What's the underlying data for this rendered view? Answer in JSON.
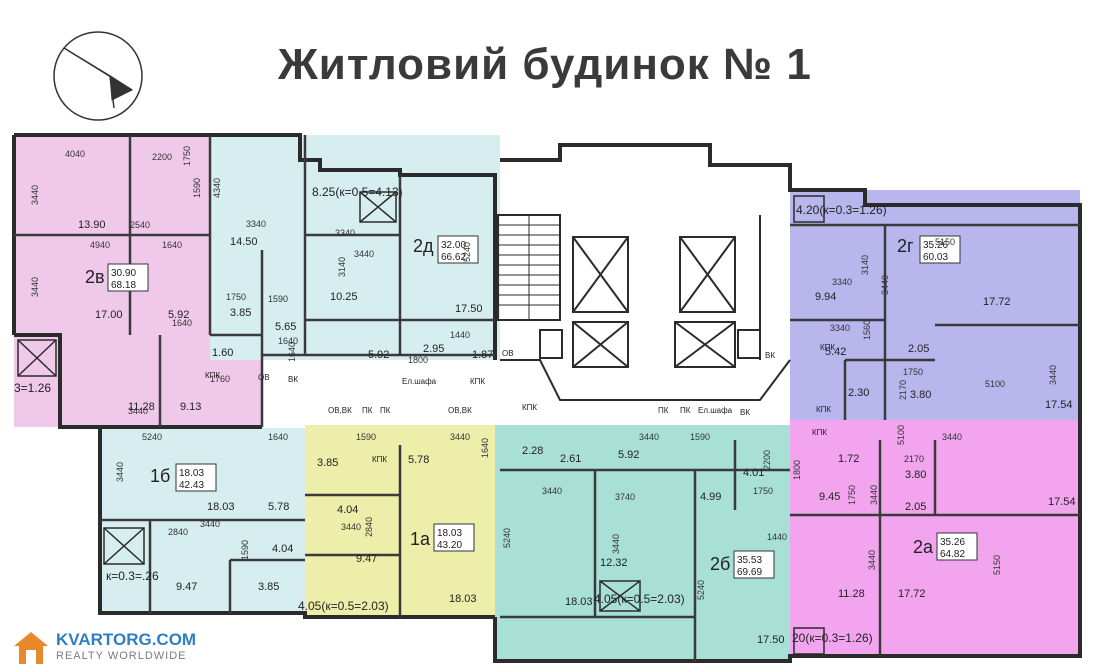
{
  "title": "Житловий будинок № 1",
  "watermark": {
    "main": "KVARTORG.COM",
    "sub": "REALTY WORLDWIDE"
  },
  "colors": {
    "pink": "#f0c9ea",
    "lightblue": "#d6eef0",
    "blue": "#b9b6ee",
    "yellow": "#eeeeab",
    "teal": "#a9e0d6",
    "magenta": "#f2a5ee",
    "wall": "#2b2b2b"
  },
  "apartments": [
    {
      "id": "2в",
      "area_living": "30.90",
      "area_total": "68.18"
    },
    {
      "id": "2д",
      "area_living": "32.00",
      "area_total": "66.62"
    },
    {
      "id": "2г",
      "area_living": "35.26",
      "area_total": "60.03"
    },
    {
      "id": "1б",
      "area_living": "18.03",
      "area_total": "42.43"
    },
    {
      "id": "1а",
      "area_living": "18.03",
      "area_total": "43.20"
    },
    {
      "id": "2б",
      "area_living": "35.53",
      "area_total": "69.69"
    },
    {
      "id": "2а",
      "area_living": "35.26",
      "area_total": "64.82"
    }
  ],
  "balconies": [
    "8.25(к=0.5=4.13)",
    "4.20(к=0.3=1.26)",
    "3=1.26",
    "к=0.3=.26",
    "4.05(к=0.5=2.03)",
    "4.05(к=0.5=2.03)",
    "20(к=0.3=1.26)"
  ],
  "rooms": [
    "13.90",
    "17.00",
    "5.92",
    "11.28",
    "9.13",
    "14.50",
    "10.25",
    "5.65",
    "5.92",
    "2.95",
    "1.87",
    "3.85",
    "1.60",
    "17.50",
    "9.94",
    "17.72",
    "5.42",
    "2.05",
    "2.30",
    "3.80",
    "17.54",
    "18.03",
    "5.78",
    "4.04",
    "9.47",
    "3.85",
    "3.85",
    "5.78",
    "4.04",
    "9.47",
    "18.03",
    "2.28",
    "2.61",
    "5.92",
    "4.01",
    "4.99",
    "18.03",
    "12.32",
    "17.50",
    "1.72",
    "3.80",
    "9.45",
    "2.05",
    "17.54",
    "11.28",
    "17.72"
  ],
  "dims": [
    "4040",
    "2200",
    "1750",
    "1590",
    "3440",
    "3440",
    "4340",
    "2540",
    "3340",
    "4940",
    "1640",
    "1640",
    "1750",
    "1590",
    "3440",
    "3140",
    "1640",
    "3340",
    "5240",
    "1440",
    "1800",
    "1640",
    "1760",
    "3440",
    "5150",
    "3340",
    "3440",
    "3140",
    "1560",
    "3340",
    "5100",
    "1750",
    "2170",
    "3440",
    "5240",
    "1640",
    "3440",
    "1590",
    "3440",
    "1640",
    "2840",
    "1590",
    "3440",
    "2840",
    "3440",
    "5240",
    "3440",
    "3440",
    "3740",
    "3440",
    "1590",
    "2200",
    "1750",
    "5240",
    "1440",
    "1750",
    "2170",
    "5100",
    "3440",
    "1800",
    "3440",
    "3440",
    "5150"
  ],
  "labels": [
    "ОВ",
    "ВК",
    "КПК",
    "Ел.шафа",
    "КПК",
    "ОВ",
    "ОВ,ВК",
    "ПК",
    "ПК",
    "ОВ,ВК",
    "КПК",
    "ПК",
    "ПК",
    "Ел.шафа",
    "ВК",
    "ВК",
    "КПК",
    "КПК",
    "КПК",
    "КПК"
  ]
}
